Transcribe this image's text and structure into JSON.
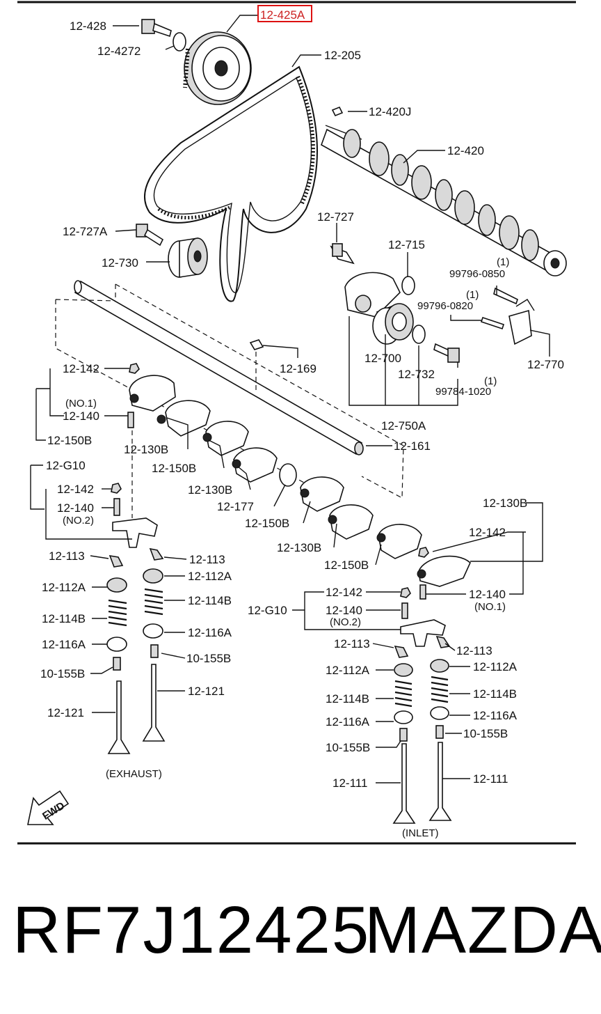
{
  "highlighted_part": "12-425A",
  "labels": {
    "p12_425A": "12-425A",
    "p12_428": "12-428",
    "p12_4272": "12-4272",
    "p12_205": "12-205",
    "p12_420J": "12-420J",
    "p12_420": "12-420",
    "p12_727A": "12-727A",
    "p12_730": "12-730",
    "p12_727": "12-727",
    "p12_715": "12-715",
    "p99796_0850": "99796-0850",
    "p99796_0850_qty": "(1)",
    "p99796_0820": "99796-0820",
    "p99796_0820_qty": "(1)",
    "p12_770": "12-770",
    "p12_169": "12-169",
    "p12_700": "12-700",
    "p12_732": "12-732",
    "p99784_1020": "99784-1020",
    "p99784_1020_qty": "(1)",
    "p12_750A": "12-750A",
    "p12_161": "12-161",
    "l_12_142": "12-142",
    "l_no1": "(NO.1)",
    "l_12_140": "12-140",
    "l_12_150B_a": "12-150B",
    "l_12_130B_a": "12-130B",
    "l_12_150B_b": "12-150B",
    "l_12_G10": "12-G10",
    "l_12_142_b": "12-142",
    "l_12_140_b": "12-140",
    "l_no2": "(NO.2)",
    "l_12_130B_b": "12-130B",
    "l_12_177": "12-177",
    "l_12_150B_c": "12-150B",
    "l_12_130B_c": "12-130B",
    "l_12_150B_d": "12-150B",
    "r_12_130B": "12-130B",
    "r_12_142": "12-142",
    "r_12_142_b": "12-142",
    "r_12_140": "12-140",
    "r_no1": "(NO.1)",
    "r_12_G10": "12-G10",
    "r_12_140_b": "12-140",
    "r_no2": "(NO.2)",
    "ex_12_113_a": "12-113",
    "ex_12_113_b": "12-113",
    "ex_12_112A_a": "12-112A",
    "ex_12_112A_b": "12-112A",
    "ex_12_114B_a": "12-114B",
    "ex_12_114B_b": "12-114B",
    "ex_12_116A_a": "12-116A",
    "ex_12_116A_b": "12-116A",
    "ex_10_155B_a": "10-155B",
    "ex_10_155B_b": "10-155B",
    "ex_12_121_a": "12-121",
    "ex_12_121_b": "12-121",
    "exhaust": "(EXHAUST)",
    "in_12_113_a": "12-113",
    "in_12_113_b": "12-113",
    "in_12_112A_a": "12-112A",
    "in_12_112A_b": "12-112A",
    "in_12_114B_a": "12-114B",
    "in_12_114B_b": "12-114B",
    "in_12_116A_a": "12-116A",
    "in_12_116A_b": "12-116A",
    "in_10_155B_a": "10-155B",
    "in_10_155B_b": "10-155B",
    "in_12_111_a": "12-111",
    "in_12_111_b": "12-111",
    "inlet": "(INLET)",
    "fwd": "FWD"
  },
  "footer": {
    "part_number": "RF7J12425",
    "brand": "MAZDA"
  }
}
